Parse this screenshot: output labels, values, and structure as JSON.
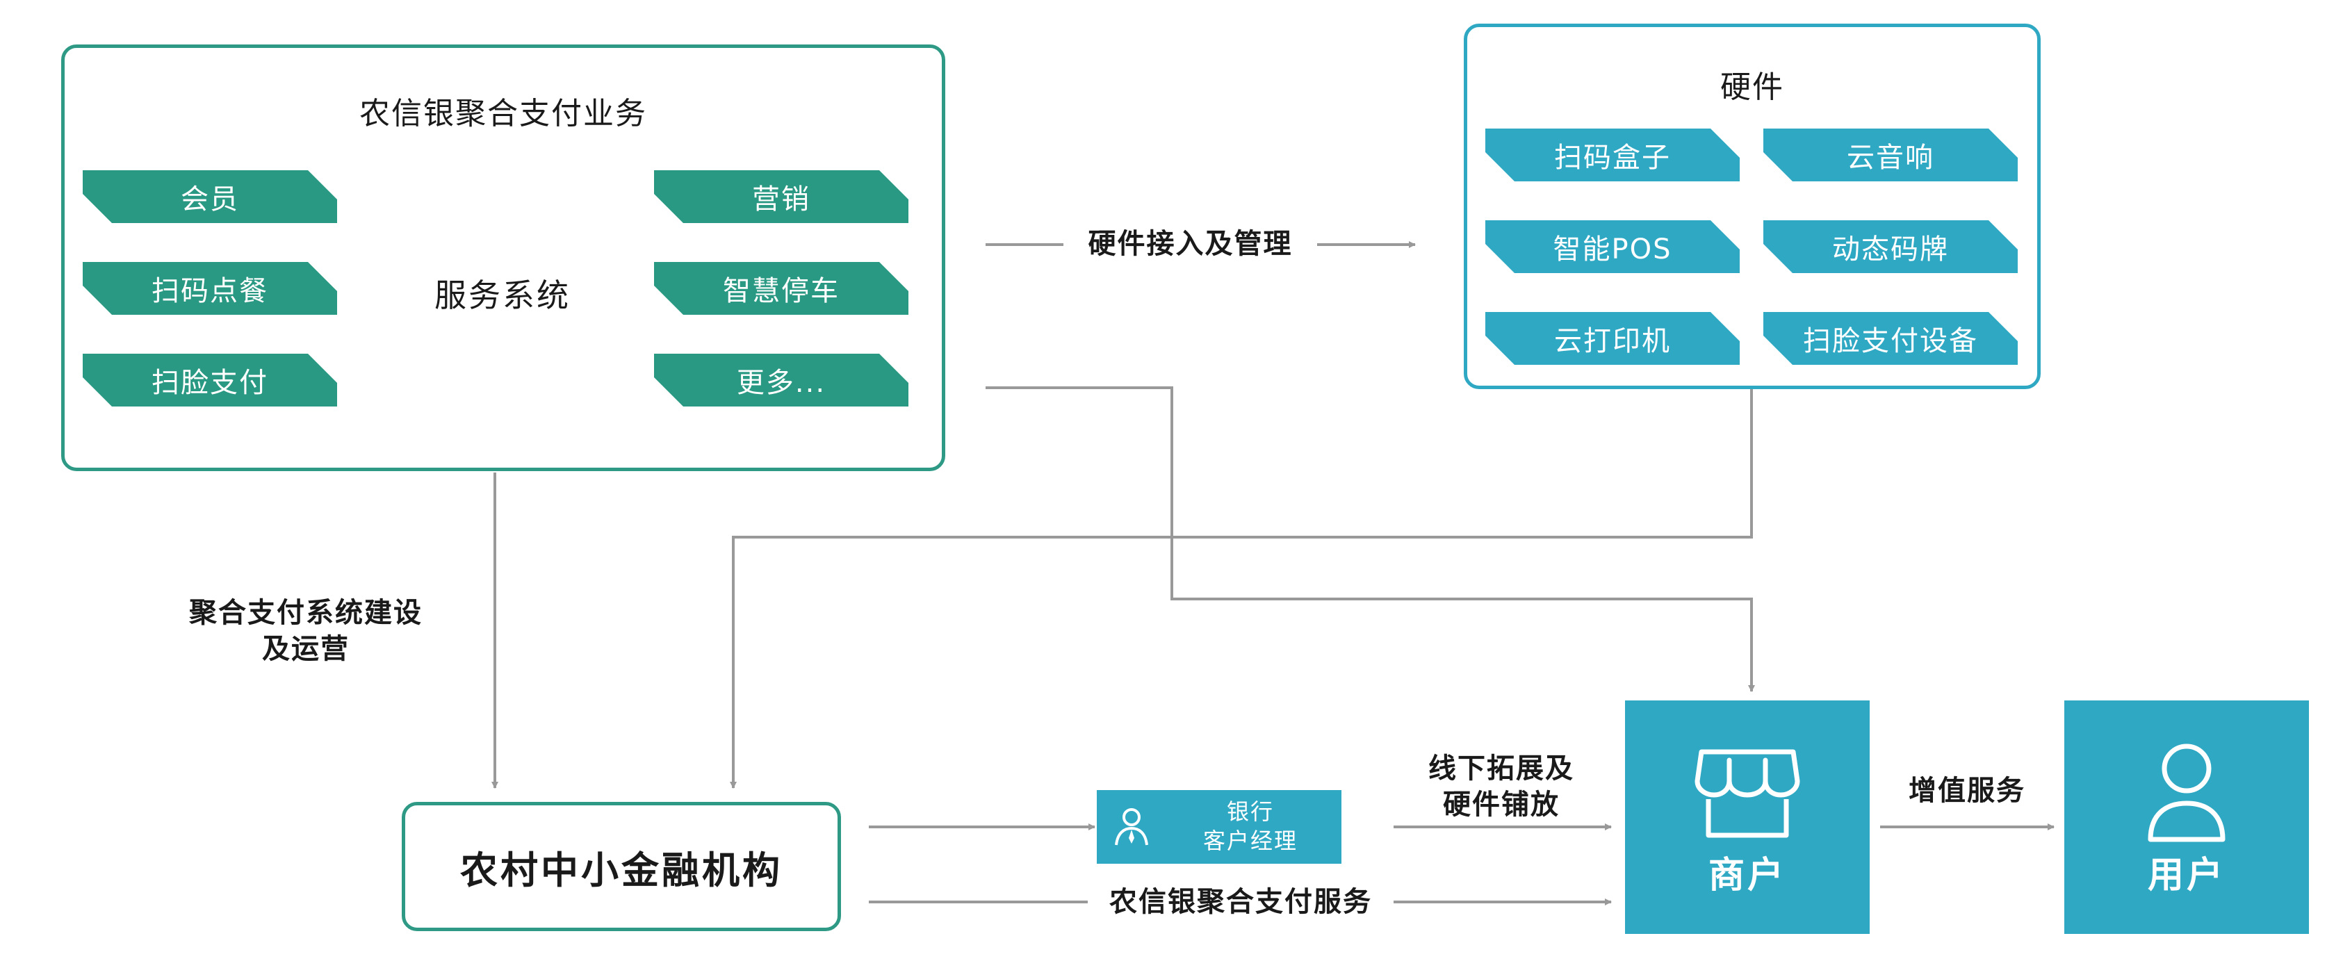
{
  "aggregate_box": {
    "title": "农信银聚合支付业务",
    "center_label": "服务系统",
    "left_chips": [
      "会员",
      "扫码点餐",
      "扫脸支付"
    ],
    "right_chips": [
      "营销",
      "智慧停车",
      "更多..."
    ]
  },
  "hardware_box": {
    "title": "硬件",
    "chips": [
      "扫码盒子",
      "云音响",
      "智能POS",
      "动态码牌",
      "云打印机",
      "扫脸支付设备"
    ]
  },
  "edge_labels": {
    "hardware_access": "硬件接入及管理",
    "build_line1": "聚合支付系统建设",
    "build_line2": "及运营",
    "offline_line1": "线下拓展及",
    "offline_line2": "硬件铺放",
    "value_added": "增值服务",
    "payment_service": "农信银聚合支付服务"
  },
  "institution": {
    "label": "农村中小金融机构"
  },
  "manager": {
    "line1": "银行",
    "line2": "客户经理"
  },
  "merchant": {
    "label": "商户",
    "icon": "store-icon"
  },
  "user": {
    "label": "用户",
    "icon": "user-icon"
  },
  "colors": {
    "green": "#2a9983",
    "blue": "#2fa8c4",
    "arrow": "#999999"
  }
}
